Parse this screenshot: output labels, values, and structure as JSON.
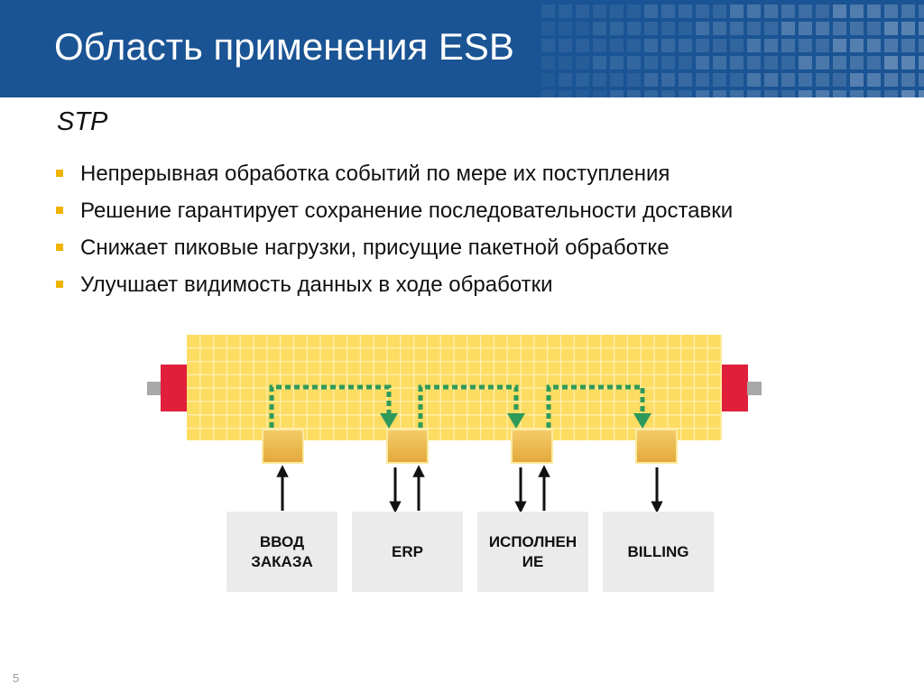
{
  "slide": {
    "title": "Область применения ESB",
    "subtitle": "STP",
    "bullets": [
      "Непрерывная обработка событий по мере их поступления",
      "Решение гарантирует сохранение последовательности доставки",
      "Снижает пиковые нагрузки, присущие пакетной обработке",
      "Улучшает видимость данных в ходе обработки"
    ],
    "page_number": "5"
  },
  "diagram": {
    "systems": [
      {
        "label": "ВВОД\nЗАКАЗА"
      },
      {
        "label": "ERP"
      },
      {
        "label": "ИСПОЛНЕН\nИЕ"
      },
      {
        "label": "BILLING"
      }
    ]
  },
  "colors": {
    "header_blue": "#1a5494",
    "bullet_marker": "#f0b400",
    "bus_fill": "#fddc62",
    "bus_grid": "#fff0b0",
    "endcap_red": "#e0203a",
    "endcap_gray": "#a8a8a8",
    "route_green": "#2e9a5a",
    "adapter_fill": "#ecb445",
    "system_box": "#ebebeb"
  }
}
